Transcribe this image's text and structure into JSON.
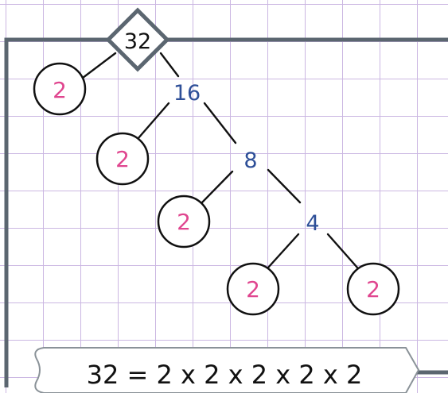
{
  "root": {
    "value": "32"
  },
  "factors": [
    {
      "composite": "16",
      "prime": "2"
    },
    {
      "composite": "8",
      "prime": "2"
    },
    {
      "composite": "4",
      "prime": "2"
    }
  ],
  "final_pair": {
    "left": "2",
    "right": "2"
  },
  "equation": "32 = 2 x 2 x 2 x 2 x 2",
  "colors": {
    "frame": "#5b6670",
    "prime": "#e0468f",
    "composite": "#2e4f98",
    "line": "#111111",
    "grid": "#cbb7e2"
  }
}
